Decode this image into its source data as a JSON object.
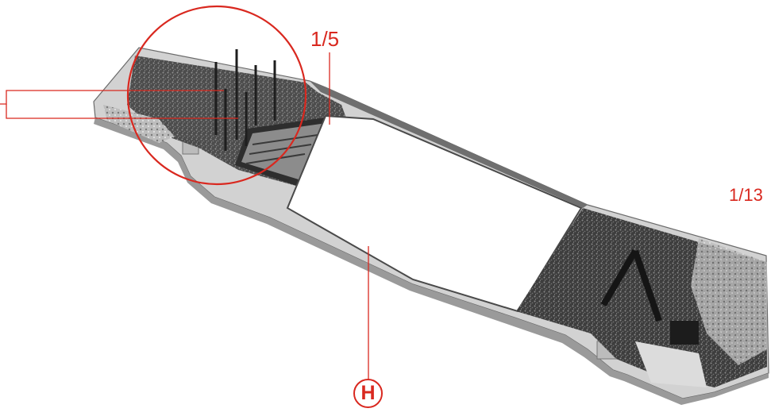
{
  "callouts": {
    "top_label": "1/5",
    "right_label": "1/13",
    "badge_letter": "H"
  },
  "colors": {
    "callout": "#d9281f",
    "panel_dark": "#3a3a3a",
    "panel_light": "#d6d6d6",
    "plate_gray": "#c8c8c8"
  }
}
